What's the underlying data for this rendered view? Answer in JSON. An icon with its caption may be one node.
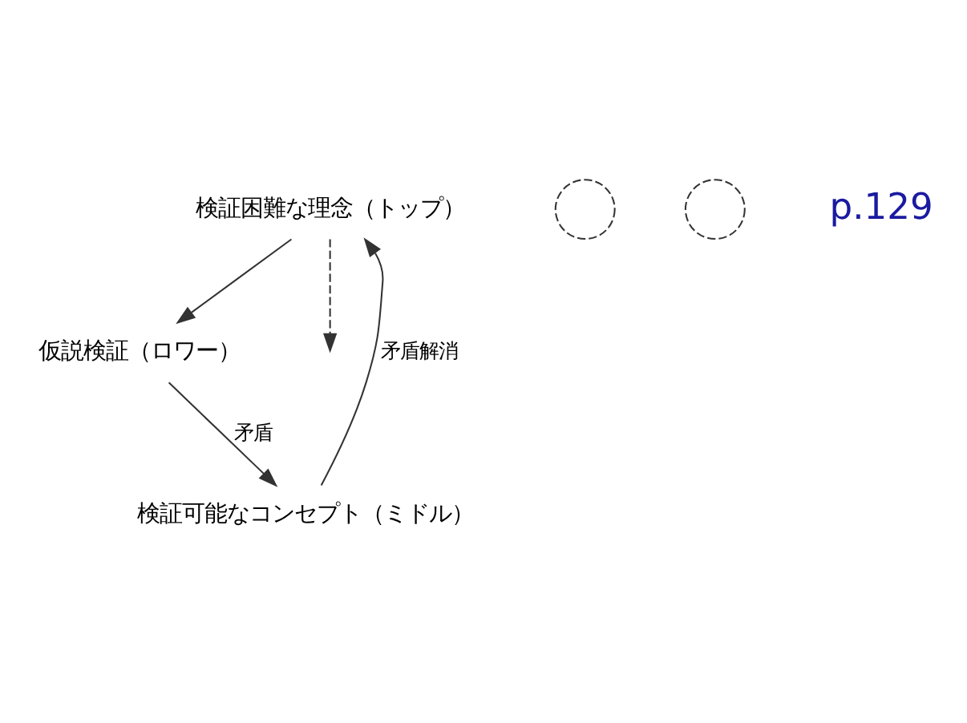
{
  "diagram": {
    "nodes": [
      {
        "text": [
          "検証困難な理念（トップ）"
        ]
      },
      {
        "text": [
          "検証可能なコンセプト（ミドル）"
        ]
      },
      {
        "text": [
          "仮説検証（ロワー）"
        ]
      },
      {
        "text": [],
        "shape": "circle"
      },
      {
        "text": [],
        "shape": "circle"
      }
    ],
    "edges": [
      {
        "from": 0,
        "to": 2,
        "arrow": "to"
      },
      {
        "from": 1,
        "to": 0,
        "arrow": "to",
        "label": "矛盾解消"
      },
      {
        "from": 2,
        "to": 1,
        "arrow": "to",
        "label": "矛盾"
      },
      {
        "from": 0,
        "to": null,
        "arrow": "to",
        "style": "dashed"
      }
    ],
    "labels": [
      "p.129"
    ]
  }
}
